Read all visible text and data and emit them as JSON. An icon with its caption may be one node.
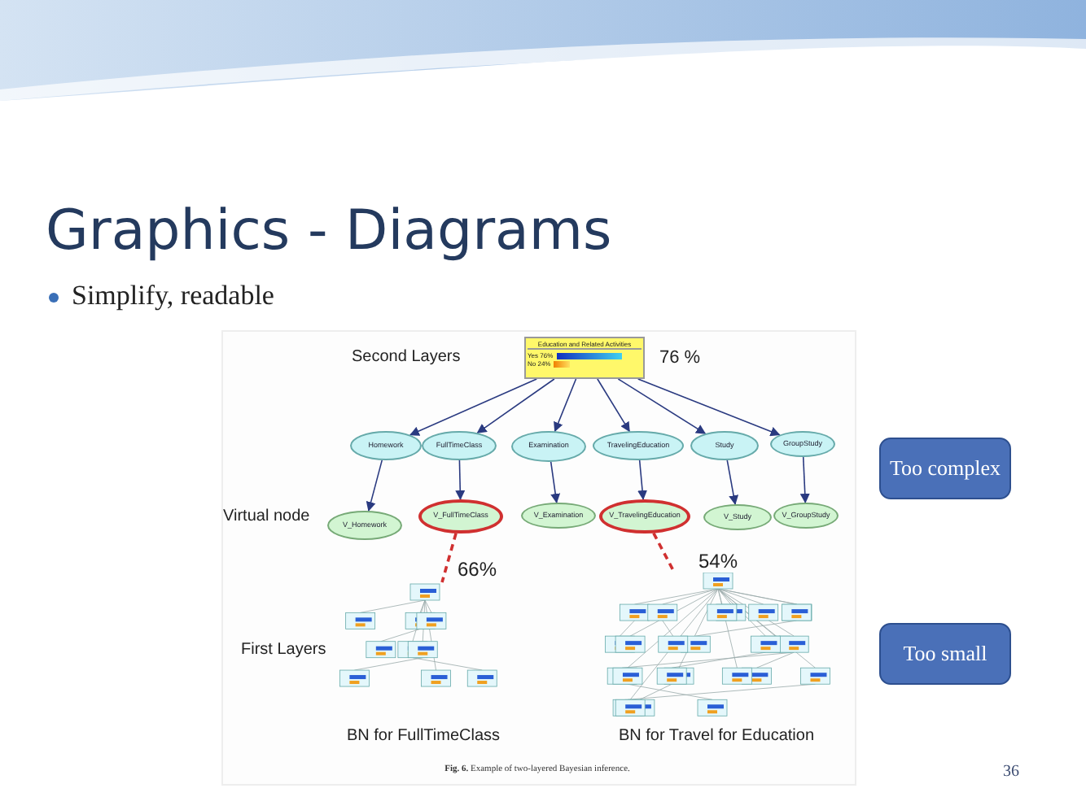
{
  "diagram": {
    "title": "Graphics - Diagrams",
    "caption": "**Fig. 6.** Example of two-layered Bayesian inference.",
    "nodes": [
      {
        "text": [
          "Education and Related Activities",
          "Yes 76%",
          "No 24%"
        ],
        "beside": [
          "76 %"
        ]
      },
      {
        "text": [
          "Homework"
        ]
      },
      {
        "text": [
          "FullTimeClass"
        ]
      },
      {
        "text": [
          "Examination"
        ]
      },
      {
        "text": [
          "TravelingEducation"
        ]
      },
      {
        "text": [
          "Study"
        ]
      },
      {
        "text": [
          "GroupStudy"
        ]
      },
      {
        "text": [
          "V_Homework"
        ]
      },
      {
        "text": [
          "V_FullTimeClass"
        ]
      },
      {
        "text": [
          "V_Examination"
        ]
      },
      {
        "text": [
          "V_TravelingEducation"
        ]
      },
      {
        "text": [
          "V_Study"
        ]
      },
      {
        "text": [
          "V_GroupStudy"
        ]
      },
      {
        "text": [],
        "shape": "picture",
        "beside": [
          "BN for FullTimeClass"
        ]
      },
      {
        "text": [],
        "shape": "picture",
        "beside": [
          "BN for Travel for Education"
        ]
      },
      {
        "text": [
          "Too complex"
        ]
      },
      {
        "text": [
          "Too small"
        ]
      }
    ],
    "edges": [
      {
        "from": 0,
        "to": 1,
        "arrow": "to"
      },
      {
        "from": 0,
        "to": 2,
        "arrow": "to"
      },
      {
        "from": 0,
        "to": 3,
        "arrow": "to"
      },
      {
        "from": 0,
        "to": 4,
        "arrow": "to"
      },
      {
        "from": 0,
        "to": 5,
        "arrow": "to"
      },
      {
        "from": 0,
        "to": 6,
        "arrow": "to"
      },
      {
        "from": 1,
        "to": 7,
        "arrow": "to"
      },
      {
        "from": 2,
        "to": 8,
        "arrow": "to"
      },
      {
        "from": 3,
        "to": 9,
        "arrow": "to"
      },
      {
        "from": 4,
        "to": 10,
        "arrow": "to"
      },
      {
        "from": 5,
        "to": 11,
        "arrow": "to"
      },
      {
        "from": 6,
        "to": 12,
        "arrow": "to"
      },
      {
        "from": 8,
        "to": 13,
        "arrow": "none",
        "label": "66%",
        "style": "dashed",
        "color": "#d03030"
      },
      {
        "from": 10,
        "to": 14,
        "arrow": "none",
        "label": "54%",
        "style": "dashed",
        "color": "#d03030"
      }
    ],
    "labels": [
      "Simplify, readable",
      "Second Layers",
      "Virtual node",
      "First Layers",
      "36"
    ]
  }
}
